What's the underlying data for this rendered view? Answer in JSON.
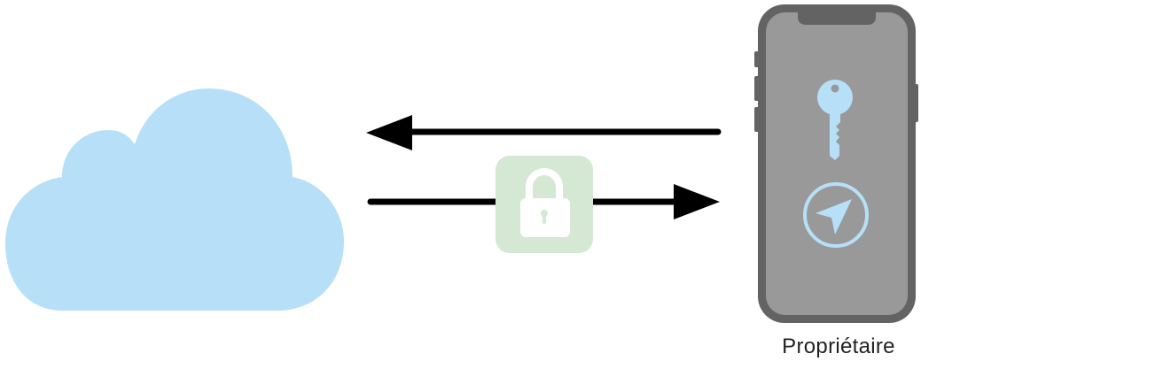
{
  "diagram": {
    "owner_label": "Propriétaire",
    "nodes": [
      {
        "id": "icloud",
        "icon": "cloud-icon"
      },
      {
        "id": "owner-device",
        "icon": "iphone-icon"
      }
    ],
    "device_icons": [
      "key-icon",
      "location-arrow-icon"
    ],
    "channel_icon": "lock-icon",
    "edges": [
      {
        "from": "owner-device",
        "to": "icloud",
        "direction": "left"
      },
      {
        "from": "icloud",
        "to": "owner-device",
        "direction": "right",
        "secured": true
      }
    ],
    "colors": {
      "cloud": "#b7e0f8",
      "arrow": "#000000",
      "lock_badge": "#d4e8d4",
      "lock": "#ffffff",
      "phone_body": "#636363",
      "phone_screen": "#999999",
      "phone_icons": "#b7e0f8",
      "label": "#222222"
    }
  }
}
